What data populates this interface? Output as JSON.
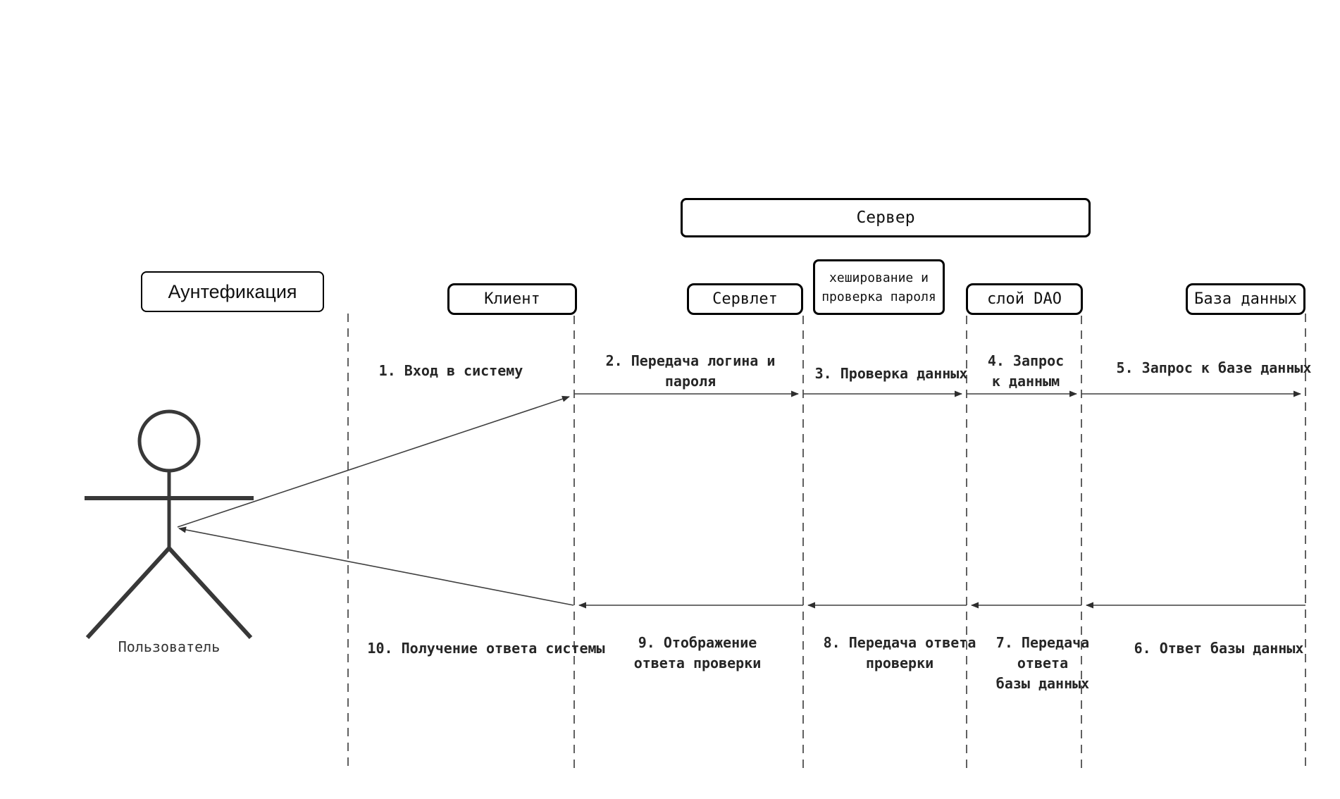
{
  "frame_boxes": {
    "server_label": "Сервер",
    "auth_label": "Аунтефикация"
  },
  "participants": {
    "client": {
      "label": "Клиент"
    },
    "servlet": {
      "label": "Сервлет"
    },
    "hashing": {
      "lines": [
        "хеширование и",
        "проверка пароля"
      ]
    },
    "dao": {
      "label": "слой DAO"
    },
    "database": {
      "label": "База данных"
    }
  },
  "actor": {
    "label": "Пользователь"
  },
  "messages": {
    "m1": {
      "lines": [
        "1. Вход в систему"
      ]
    },
    "m2": {
      "lines": [
        "2. Передача логина и",
        "пароля"
      ]
    },
    "m3": {
      "lines": [
        "3. Проверка данных"
      ]
    },
    "m4": {
      "lines": [
        "4. Запрос",
        "к данным"
      ]
    },
    "m5": {
      "lines": [
        "5. Запрос к базе данных"
      ]
    },
    "m6": {
      "lines": [
        "6. Ответ базы данных"
      ]
    },
    "m7": {
      "lines": [
        "7. Передача",
        "ответа",
        "базы данных"
      ]
    },
    "m8": {
      "lines": [
        "8. Передача ответа",
        "проверки"
      ]
    },
    "m9": {
      "lines": [
        "9. Отображение",
        "ответа проверки"
      ]
    },
    "m10": {
      "lines": [
        "10. Получение ответа системы"
      ]
    }
  },
  "colors": {
    "box_border": "#000000",
    "message_line": "#3f3f3f",
    "lifeline": "#4f4f4f",
    "label_text": "#262626",
    "background": "#ffffff"
  }
}
